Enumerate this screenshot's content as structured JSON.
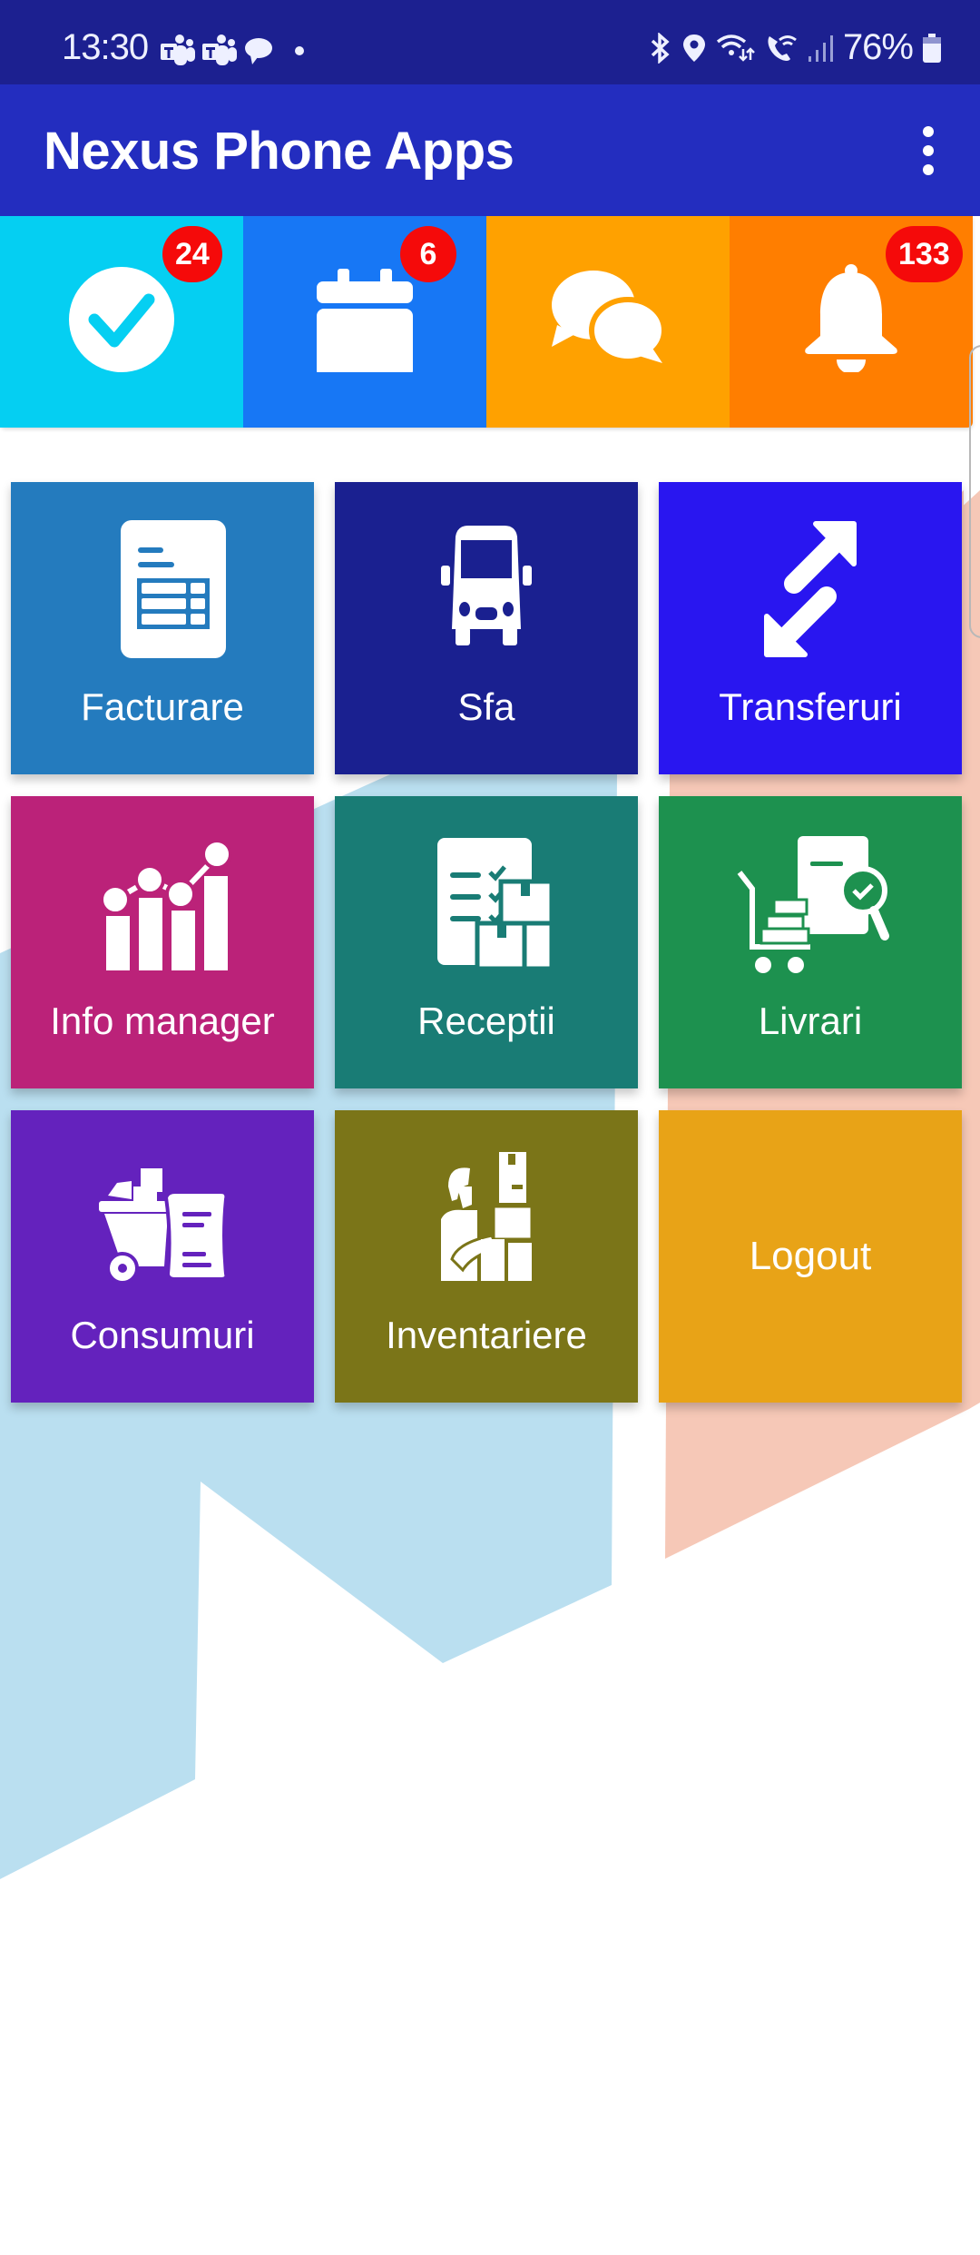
{
  "status_bar": {
    "time": "13:30",
    "left_icons": [
      "teams-icon",
      "teams-icon",
      "chat-bubble-icon",
      "dot-icon"
    ],
    "right_icons": [
      "bluetooth-icon",
      "location-icon",
      "wifi-data-icon",
      "wifi-calling-icon",
      "signal-icon"
    ],
    "battery_percent": "76%"
  },
  "app_bar": {
    "title": "Nexus Phone Apps",
    "menu_icon": "more-vert-icon"
  },
  "quick_actions": [
    {
      "id": "tasks",
      "icon": "check-circle-icon",
      "color": "#05cff2",
      "badge": "24"
    },
    {
      "id": "calendar",
      "icon": "calendar-icon",
      "color": "#1777f5",
      "badge": "6"
    },
    {
      "id": "messages",
      "icon": "chat-bubbles-icon",
      "color": "#ffa100",
      "badge": null
    },
    {
      "id": "notifications",
      "icon": "bell-icon",
      "color": "#ff7e00",
      "badge": "133"
    }
  ],
  "tiles": [
    {
      "label": "Facturare",
      "icon": "invoice-icon",
      "color": "#247bbe"
    },
    {
      "label": "Sfa",
      "icon": "van-icon",
      "color": "#1a2090"
    },
    {
      "label": "Transferuri",
      "icon": "transfer-arrows-icon",
      "color": "#2916f0"
    },
    {
      "label": "Info manager",
      "icon": "chart-icon",
      "color": "#bb2279"
    },
    {
      "label": "Receptii",
      "icon": "checklist-boxes-icon",
      "color": "#197c75"
    },
    {
      "label": "Livrari",
      "icon": "delivery-cart-icon",
      "color": "#1d914f"
    },
    {
      "label": "Consumuri",
      "icon": "consumption-cart-icon",
      "color": "#6422bd"
    },
    {
      "label": "Inventariere",
      "icon": "inventory-worker-icon",
      "color": "#7b7518"
    },
    {
      "label": "Logout",
      "icon": null,
      "color": "#e8a317"
    }
  ],
  "background": {
    "blue_shape_color": "#badff0",
    "salmon_shape_color": "#f6c8b7"
  }
}
